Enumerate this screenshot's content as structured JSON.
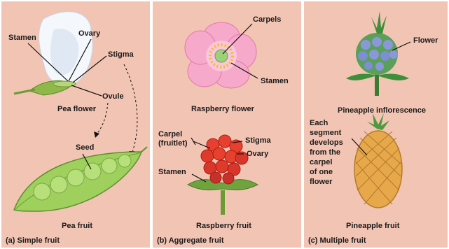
{
  "panel_a": {
    "labels": {
      "stamen": "Stamen",
      "ovary": "Ovary",
      "stigma": "Stigma",
      "ovule": "Ovule",
      "seed": "Seed"
    },
    "flower_title": "Pea flower",
    "fruit_title": "Pea fruit",
    "caption": "(a) Simple fruit"
  },
  "panel_b": {
    "labels": {
      "carpels": "Carpels",
      "stamen_top": "Stamen",
      "carpel_line1": "Carpel",
      "carpel_line2": "(fruitlet)",
      "stigma": "Stigma",
      "ovary": "Ovary",
      "stamen_bottom": "Stamen"
    },
    "flower_title": "Raspberry flower",
    "fruit_title": "Raspberry fruit",
    "caption": "(b) Aggregate fruit"
  },
  "panel_c": {
    "labels": {
      "flower": "Flower",
      "segment_line1": "Each",
      "segment_line2": "segment",
      "segment_line3": "develops",
      "segment_line4": "from the",
      "segment_line5": "carpel",
      "segment_line6": "of one",
      "segment_line7": "flower"
    },
    "inflorescence_title": "Pineapple inflorescence",
    "fruit_title": "Pineapple fruit",
    "caption": "(c) Multiple fruit"
  }
}
